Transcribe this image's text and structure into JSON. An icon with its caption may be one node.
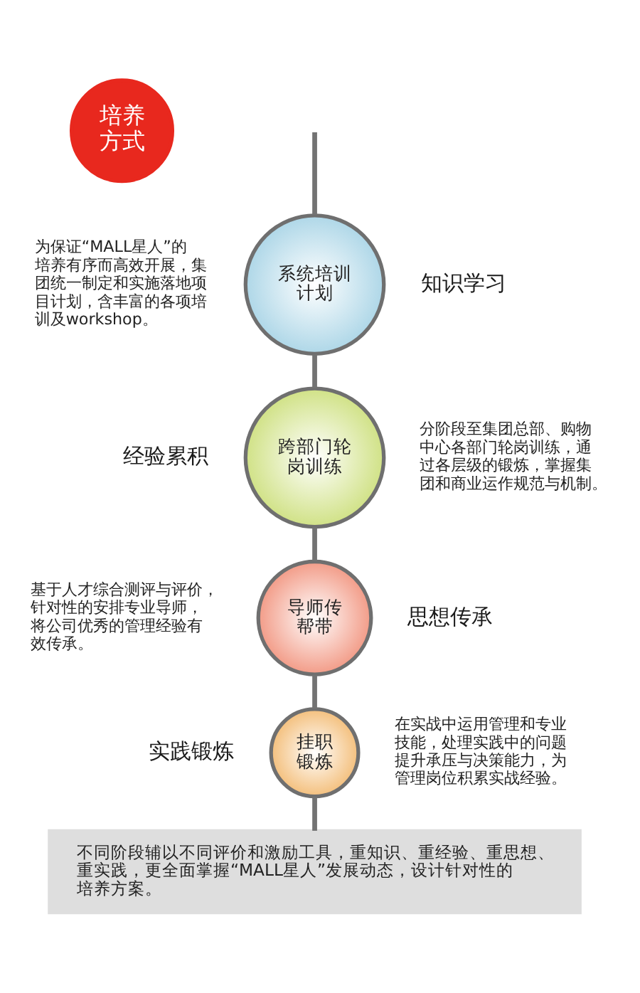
{
  "diagram": {
    "nodes": [
      {
        "text": [
          "培养方式"
        ]
      },
      {
        "text": [
          "系统培训计划"
        ],
        "beside": [
          "为保证“MALL星人”的培养有序而高效开展，集团统一制定和实施落地项目计划，含丰富的各项培训及workshop。",
          "知识学习"
        ]
      },
      {
        "text": [
          "跨部门轮岗训练"
        ],
        "beside": [
          "经验累积",
          "分阶段至集团总部、购物中心各部门轮岗训练，通过各层级的锻炼，掌握集团和商业运作规范与机制。"
        ]
      },
      {
        "text": [
          "导师传帮带"
        ],
        "beside": [
          "基于人才综合测评与评价，针对性的安排专业导师，将公司优秀的管理经验有效传承。",
          "思想传承"
        ]
      },
      {
        "text": [
          "挂职锻炼"
        ],
        "beside": [
          "实践锻炼",
          "在实战中运用管理和专业技能，处理实践中的问题提升承压与决策能力，为管理岗位积累实战经验。"
        ]
      },
      {
        "text": [
          "不同阶段辅以不同评价和激励工具，重知识、重经验、重思想、重实践，更全面掌握“MALL星人”发展动态，设计针对性的培养方案。"
        ]
      }
    ],
    "edges": [
      {
        "from": null,
        "to": 1,
        "arrow": "none"
      },
      {
        "from": 1,
        "to": 2,
        "arrow": "none"
      },
      {
        "from": 2,
        "to": 3,
        "arrow": "none"
      },
      {
        "from": 3,
        "to": 4,
        "arrow": "none"
      },
      {
        "from": 4,
        "to": 5,
        "arrow": "none"
      }
    ]
  }
}
